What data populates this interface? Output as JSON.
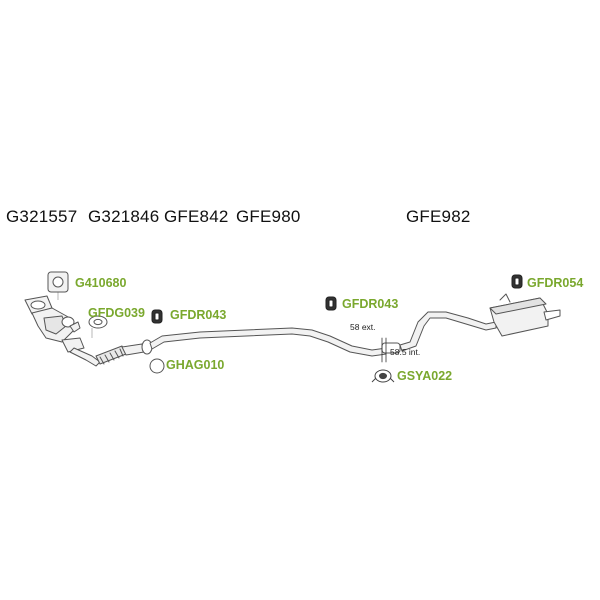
{
  "colors": {
    "part_number_text": "#111111",
    "callout_text": "#7aa82e",
    "line": "#555555",
    "fill": "#f2f2f2"
  },
  "part_numbers": [
    {
      "id": "g321557",
      "label": "G321557"
    },
    {
      "id": "g321846",
      "label": "G321846"
    },
    {
      "id": "gfe842",
      "label": "GFE842"
    },
    {
      "id": "gfe980",
      "label": "GFE980"
    },
    {
      "id": "gfe982",
      "label": "GFE982"
    }
  ],
  "callouts": [
    {
      "id": "g410680",
      "label": "G410680",
      "icon": "flange-gasket-icon"
    },
    {
      "id": "gfdg039",
      "label": "GFDG039",
      "icon": "ring-gasket-icon"
    },
    {
      "id": "gfdr043-a",
      "label": "GFDR043",
      "icon": "rubber-mount-icon"
    },
    {
      "id": "ghag010",
      "label": "GHAG010",
      "icon": "seal-ring-icon"
    },
    {
      "id": "gfdr043-b",
      "label": "GFDR043",
      "icon": "rubber-mount-icon"
    },
    {
      "id": "gsya022",
      "label": "GSYA022",
      "icon": "clamp-icon"
    },
    {
      "id": "gfdr054",
      "label": "GFDR054",
      "icon": "rubber-mount-icon"
    }
  ],
  "dimensions": {
    "ext": "58 ext.",
    "int": "58.5 int."
  }
}
